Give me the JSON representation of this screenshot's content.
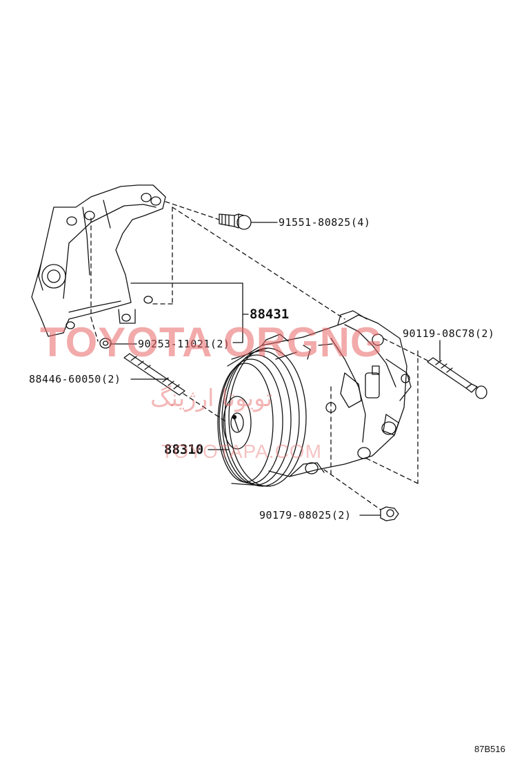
{
  "callouts": {
    "bolt_top": "91551-80825(4)",
    "bracket": "88431",
    "nut_bracket": "90253-11021(2)",
    "bolt_right": "90119-08C78(2)",
    "stud": "88446-60050(2)",
    "compressor": "88310",
    "nut_bottom": "90179-08025(2)"
  },
  "watermark": {
    "brand": "TOYOTA ORGNG",
    "persian": "تویوتا ارژینگ",
    "url": "TOYOTAPA.COM"
  },
  "illustration_ref": "87B516",
  "colors": {
    "line": "#111111",
    "watermark": "#e86464"
  }
}
